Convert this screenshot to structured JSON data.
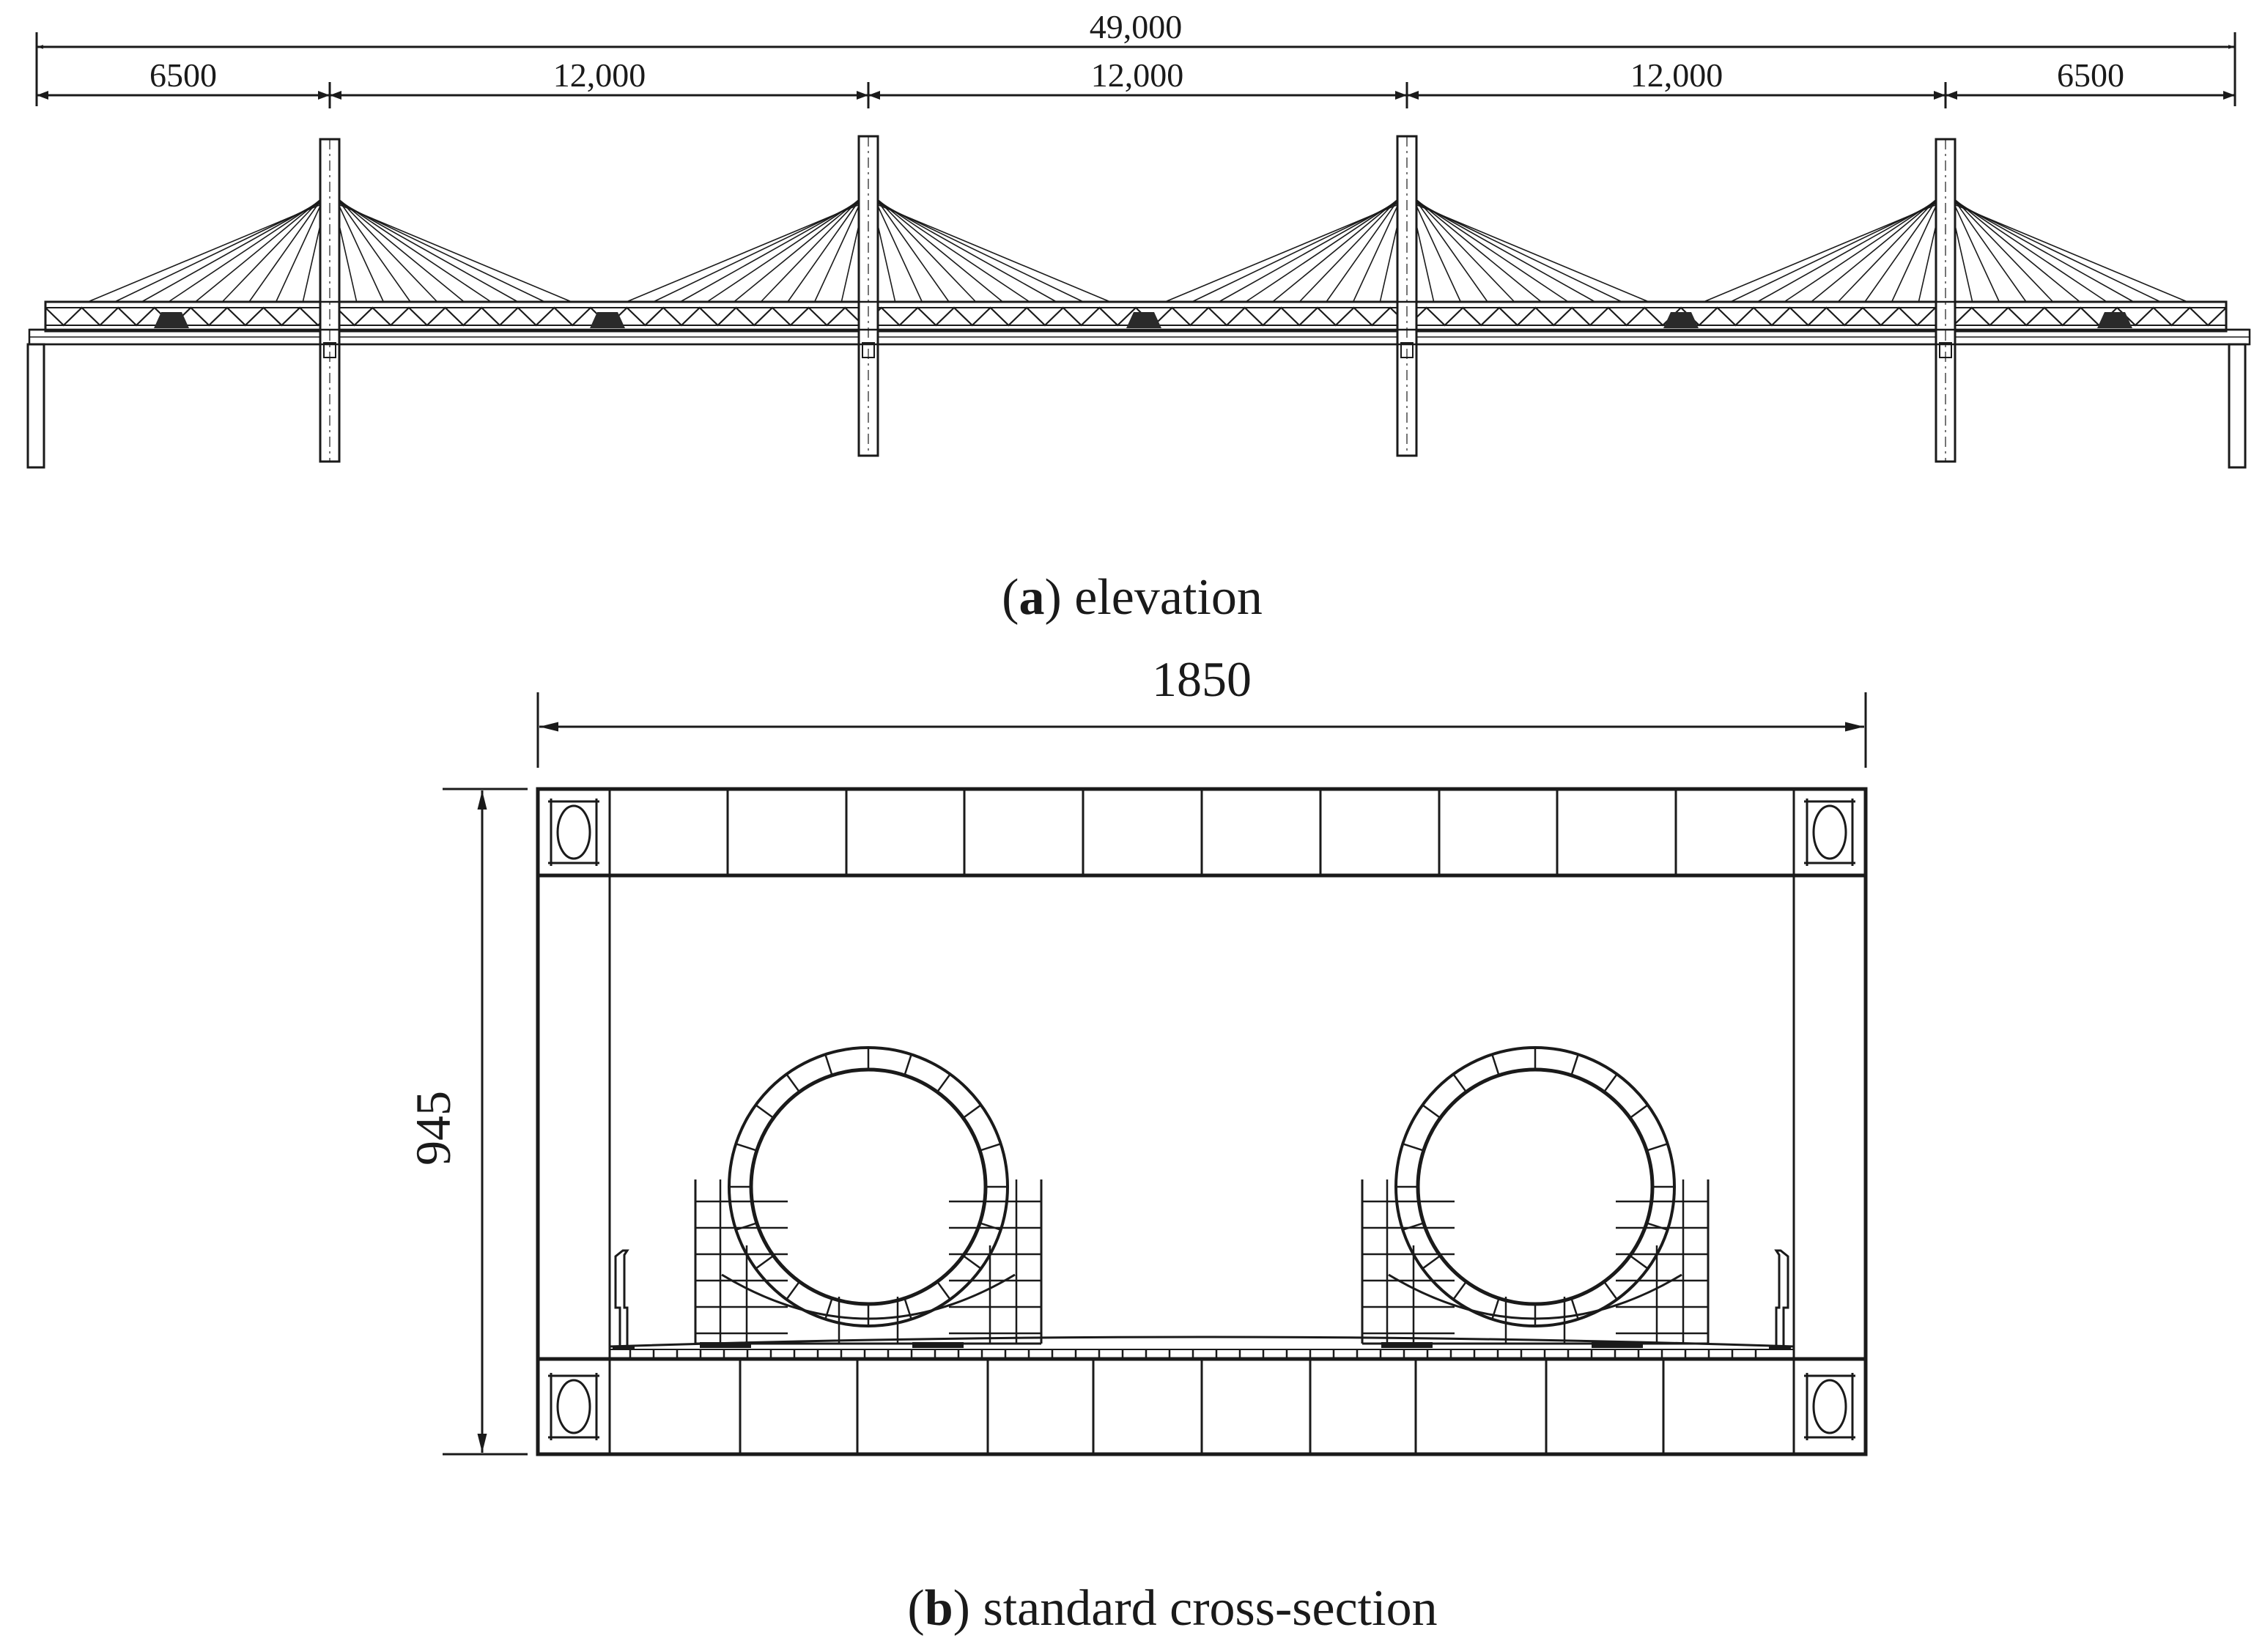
{
  "elevation": {
    "dimensions": {
      "total": "49,000",
      "spans": [
        "6500",
        "12,000",
        "12,000",
        "12,000",
        "6500"
      ]
    },
    "caption": {
      "letter": "a",
      "text": " elevation",
      "open": "(",
      "close": ")"
    }
  },
  "cross_section": {
    "dimensions": {
      "width": "1850",
      "height": "945"
    },
    "caption": {
      "letter": "b",
      "text": " standard cross-section",
      "open": "(",
      "close": ")"
    }
  },
  "colors": {
    "line": "#1a1a1a",
    "background": "#ffffff"
  }
}
